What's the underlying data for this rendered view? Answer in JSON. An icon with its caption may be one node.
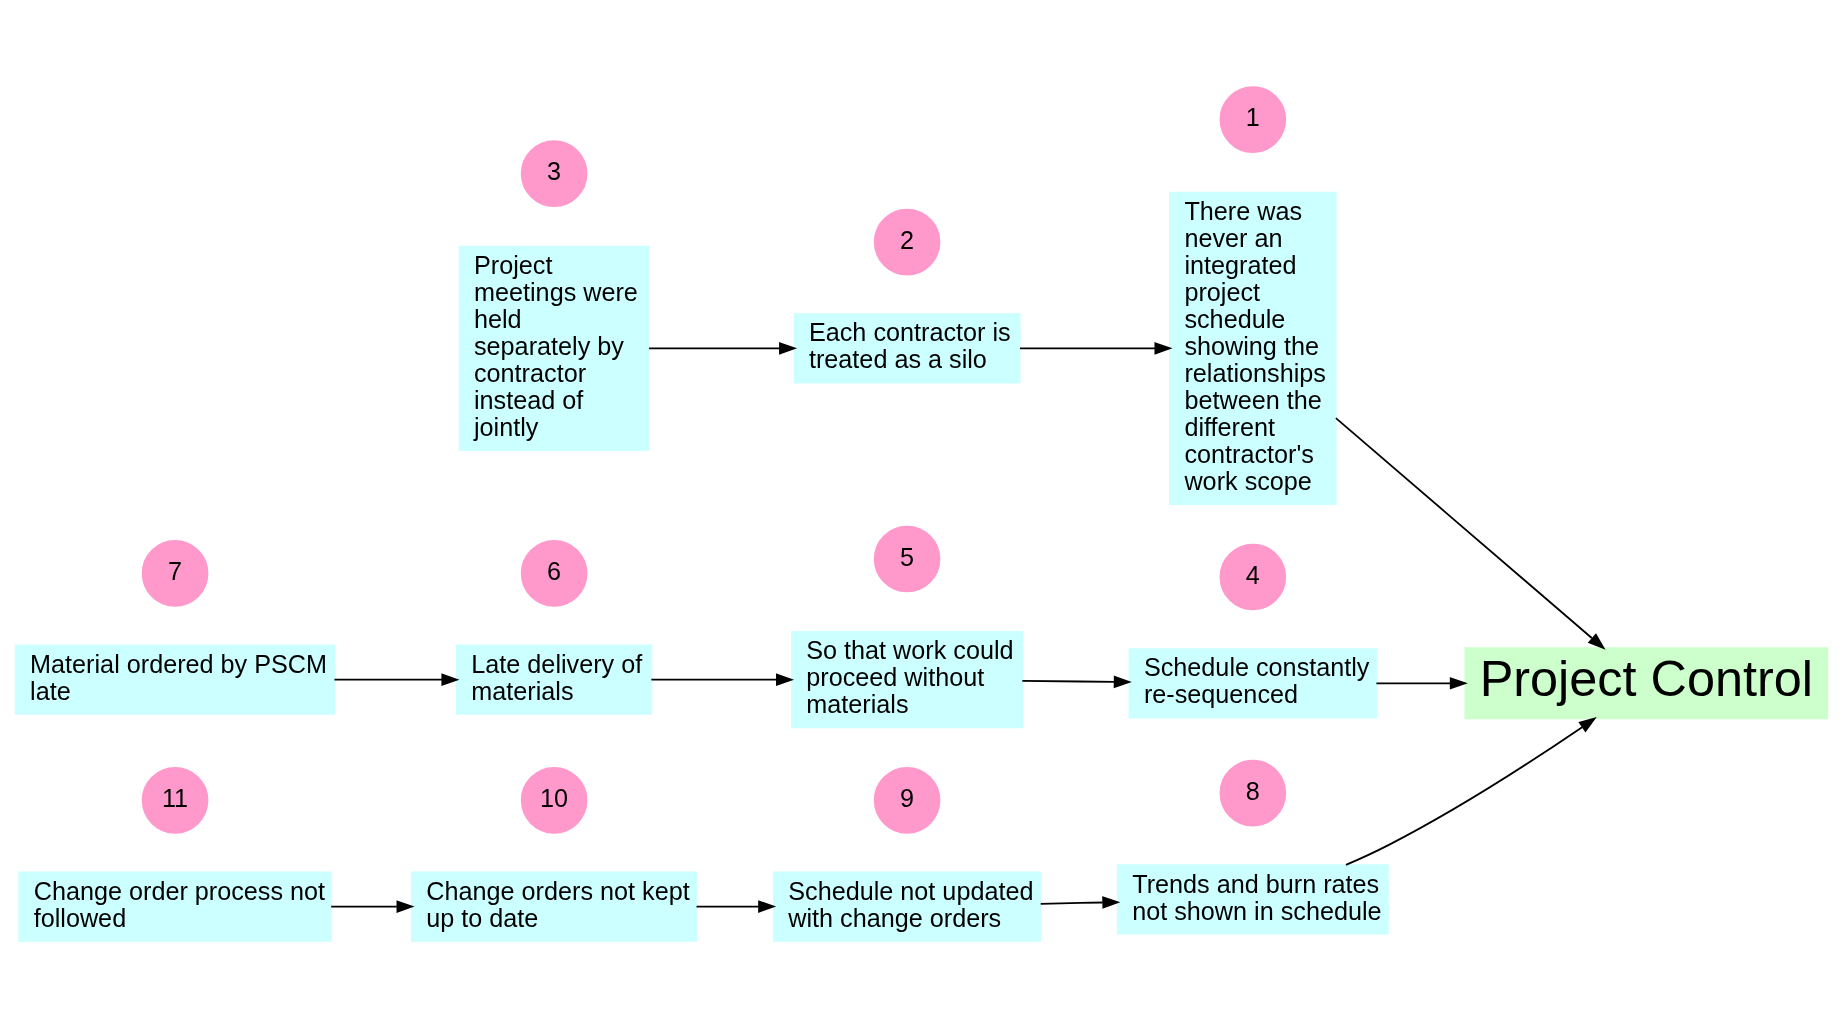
{
  "diagram": {
    "nodes": [
      {
        "text": [
          "Project Control"
        ]
      },
      {
        "text": [
          "There was never an integrated project schedule showing the relationships between the different contractor's work scope"
        ]
      },
      {
        "text": [
          "Each contractor is treated as a silo"
        ]
      },
      {
        "text": [
          "Project meetings were held separately by contractor instead of jointly"
        ]
      },
      {
        "text": [
          "Schedule constantly re-sequenced"
        ]
      },
      {
        "text": [
          "So that work could proceed without materials"
        ]
      },
      {
        "text": [
          "Late delivery of materials"
        ]
      },
      {
        "text": [
          "Material ordered by PSCM late"
        ]
      },
      {
        "text": [
          "Trends and burn rates not shown in schedule"
        ]
      },
      {
        "text": [
          "Schedule not updated with change orders"
        ]
      },
      {
        "text": [
          "Change orders not kept up to date"
        ]
      },
      {
        "text": [
          "Change order process not followed"
        ]
      },
      {
        "text": [
          "1"
        ]
      },
      {
        "text": [
          "2"
        ]
      },
      {
        "text": [
          "3"
        ]
      },
      {
        "text": [
          "4"
        ]
      },
      {
        "text": [
          "5"
        ]
      },
      {
        "text": [
          "6"
        ]
      },
      {
        "text": [
          "7"
        ]
      },
      {
        "text": [
          "8"
        ]
      },
      {
        "text": [
          "9"
        ]
      },
      {
        "text": [
          "10"
        ]
      },
      {
        "text": [
          "11"
        ]
      }
    ],
    "edges": [
      {
        "from": 3,
        "to": 2,
        "arrow": "to"
      },
      {
        "from": 2,
        "to": 1,
        "arrow": "to"
      },
      {
        "from": 1,
        "to": 0,
        "arrow": "to"
      },
      {
        "from": 5,
        "to": 4,
        "arrow": "to"
      },
      {
        "from": 4,
        "to": 0,
        "arrow": "to"
      },
      {
        "from": 6,
        "to": 5,
        "arrow": "to"
      },
      {
        "from": 7,
        "to": 6,
        "arrow": "to"
      },
      {
        "from": 8,
        "to": 0,
        "arrow": "to"
      },
      {
        "from": 9,
        "to": 8,
        "arrow": "to"
      },
      {
        "from": 10,
        "to": 9,
        "arrow": "to"
      },
      {
        "from": 11,
        "to": 10,
        "arrow": "to"
      }
    ]
  }
}
